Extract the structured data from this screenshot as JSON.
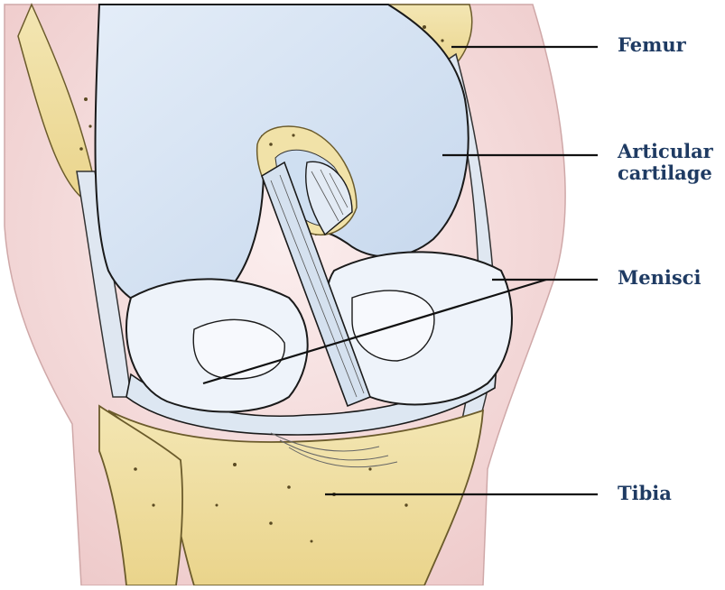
{
  "diagram": {
    "labels": {
      "femur": "Femur",
      "articular_cartilage_line1": "Articular",
      "articular_cartilage_line2": "cartilage",
      "menisci": "Menisci",
      "tibia": "Tibia"
    },
    "colors": {
      "bone": "#f1e2a8",
      "bone_dark": "#d8bf6a",
      "cartilage": "#cfdff1",
      "cartilage_light": "#e7eff8",
      "meniscus": "#eef3fa",
      "ligament": "#dbe5f0",
      "skin": "#f3dcdc",
      "outline": "#1a1a1a",
      "label_text": "#1f3b63"
    }
  }
}
